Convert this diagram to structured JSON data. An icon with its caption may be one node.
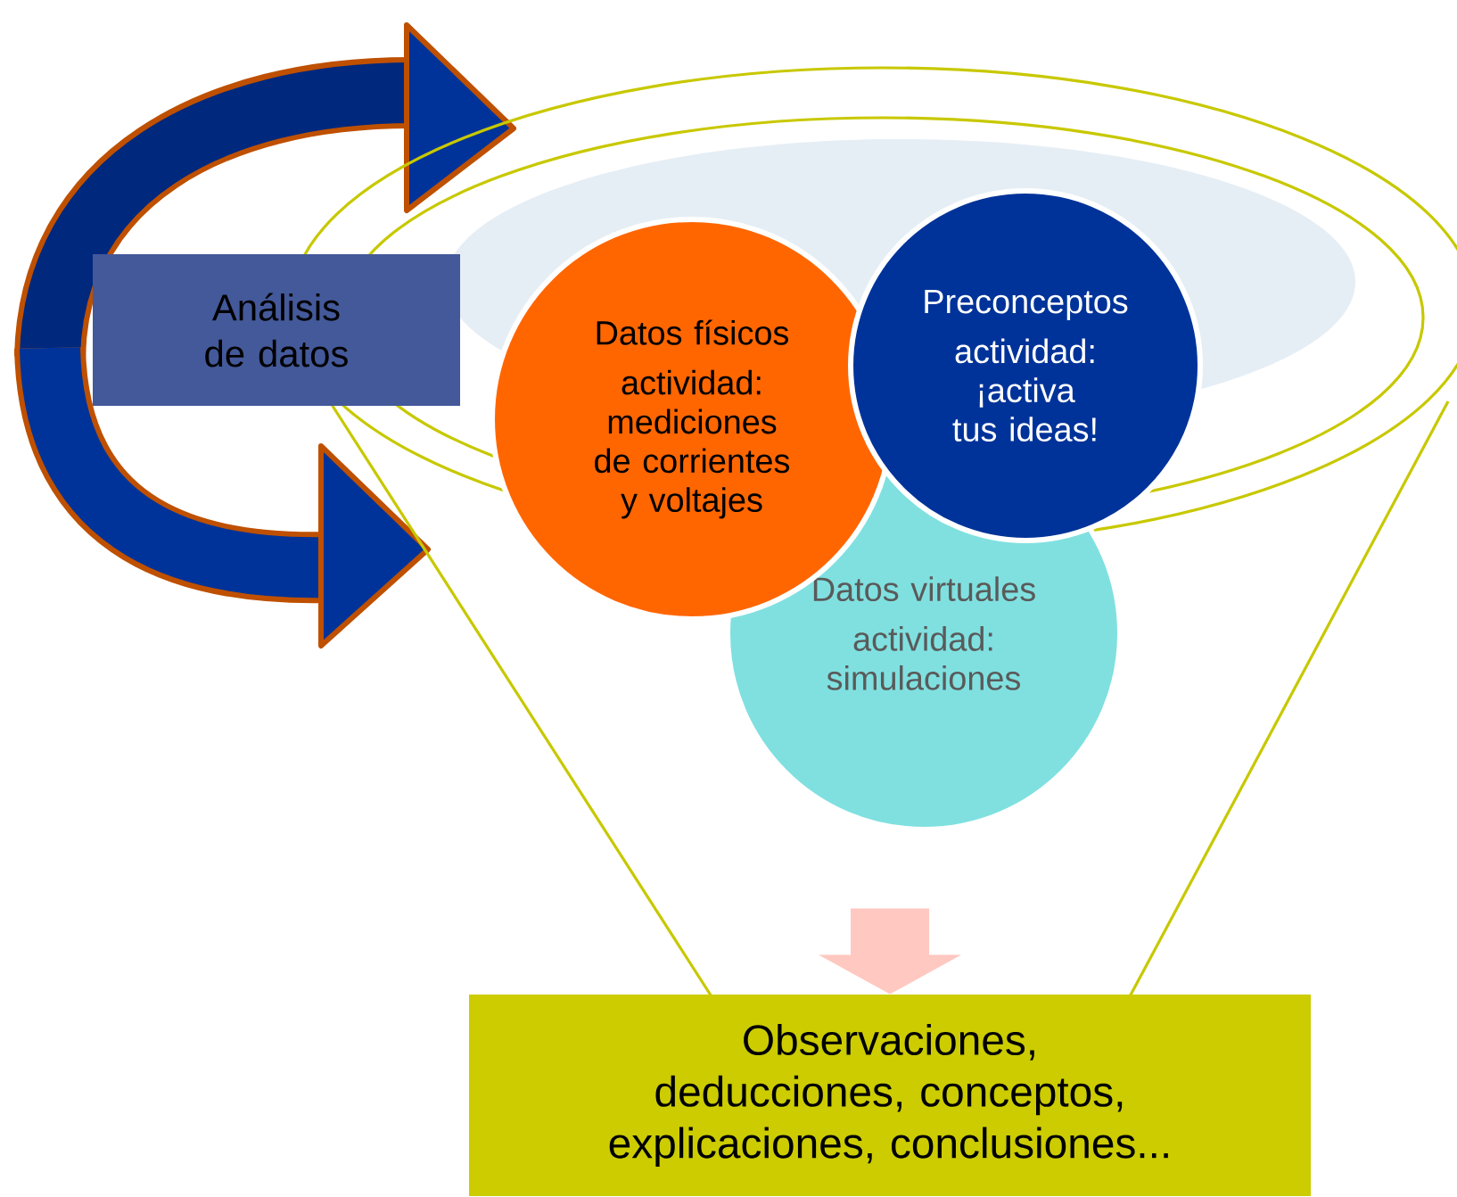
{
  "diagram": {
    "nodes": [
      {
        "text": [
          "Análisis de datos"
        ]
      },
      {
        "text": [
          "Datos físicos",
          "actividad: mediciones de corrientes y voltajes"
        ]
      },
      {
        "text": [
          "Preconceptos",
          "actividad: ¡activa tus ideas!"
        ]
      },
      {
        "text": [
          "Datos virtuales",
          "actividad: simulaciones"
        ]
      },
      {
        "text": [
          "Observaciones, deducciones, conceptos, explicaciones, conclusiones..."
        ]
      }
    ],
    "edges": [
      {
        "from": null,
        "to": 4,
        "arrow": "to",
        "color": "#ffc8c0",
        "style": "thick"
      }
    ]
  }
}
